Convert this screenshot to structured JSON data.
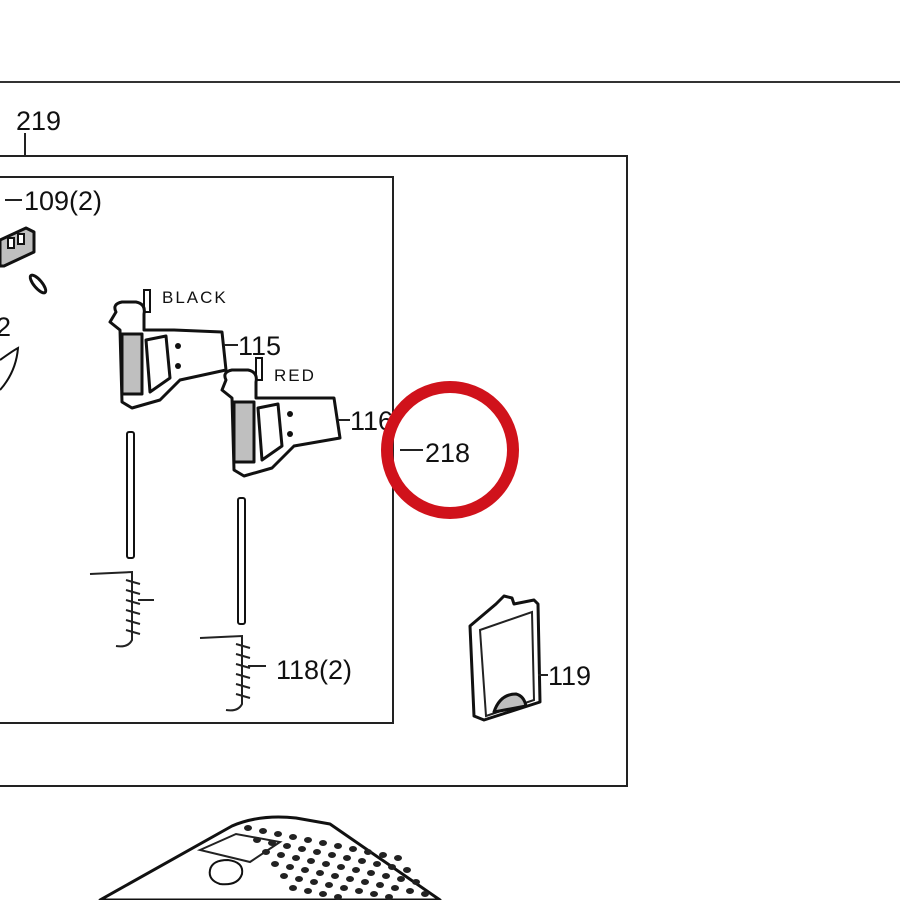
{
  "labels": {
    "l219": "219",
    "l109": "109(2)",
    "l2": "2",
    "black": "BLACK",
    "l115": "115",
    "red": "RED",
    "l116": "116",
    "l218": "218",
    "l118": "118(2)",
    "l119": "119"
  },
  "highlight": {
    "color": "#d0121b",
    "target": "218"
  }
}
